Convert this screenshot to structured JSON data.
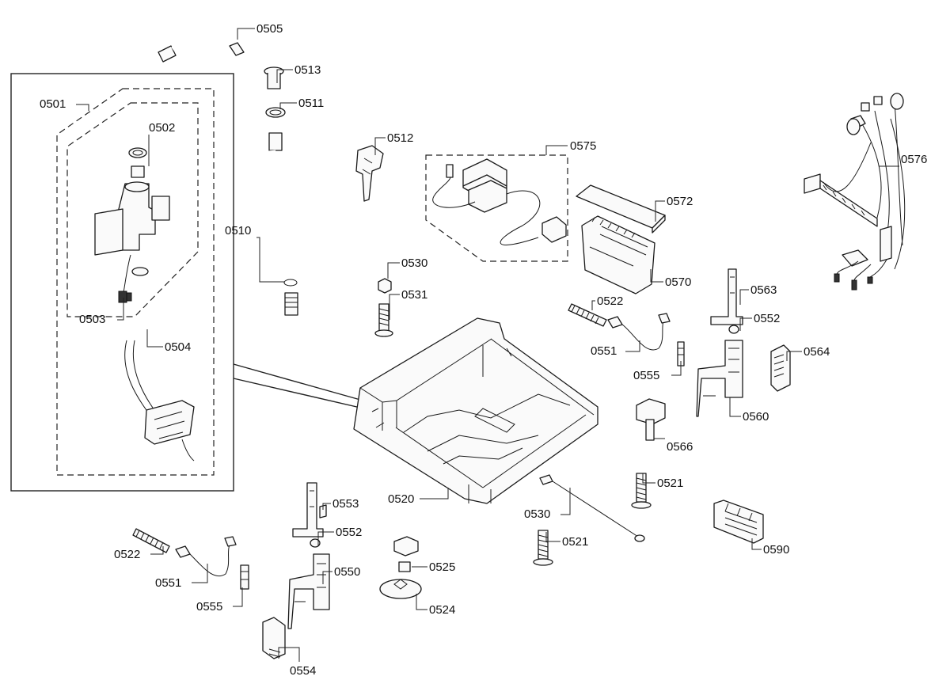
{
  "labels": {
    "l0505": "0505",
    "l0513": "0513",
    "l0511": "0511",
    "l0501": "0501",
    "l0502": "0502",
    "l0512": "0512",
    "l0575": "0575",
    "l0576": "0576",
    "l0572": "0572",
    "l0510": "0510",
    "l0530a": "0530",
    "l0570": "0570",
    "l0563": "0563",
    "l0531": "0531",
    "l0522a": "0522",
    "l0503": "0503",
    "l0552a": "0552",
    "l0504": "0504",
    "l0551a": "0551",
    "l0564": "0564",
    "l0555a": "0555",
    "l0560": "0560",
    "l0566": "0566",
    "l0521a": "0521",
    "l0553": "0553",
    "l0520": "0520",
    "l0530b": "0530",
    "l0552b": "0552",
    "l0521b": "0521",
    "l0590": "0590",
    "l0522b": "0522",
    "l0525": "0525",
    "l0550": "0550",
    "l0551b": "0551",
    "l0524": "0524",
    "l0555b": "0555",
    "l0554": "0554"
  }
}
